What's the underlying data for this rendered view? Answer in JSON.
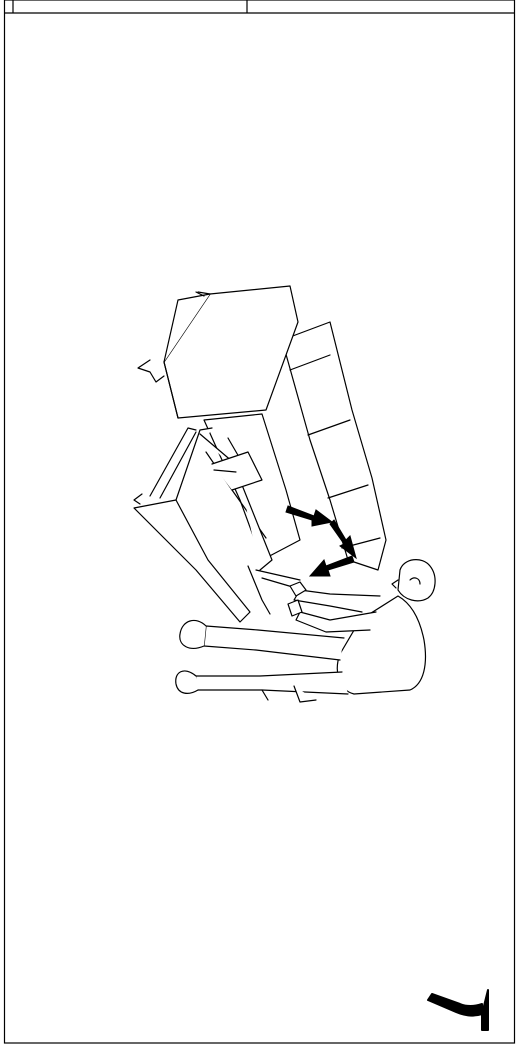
{
  "page": {
    "step_number": "7"
  },
  "colors": {
    "ink": "#000000",
    "paper": "#ffffff",
    "arrow": "#000000"
  },
  "illustration": {
    "subject": "person-lifting-sofa-bed-frame",
    "arrow_count": 3
  }
}
